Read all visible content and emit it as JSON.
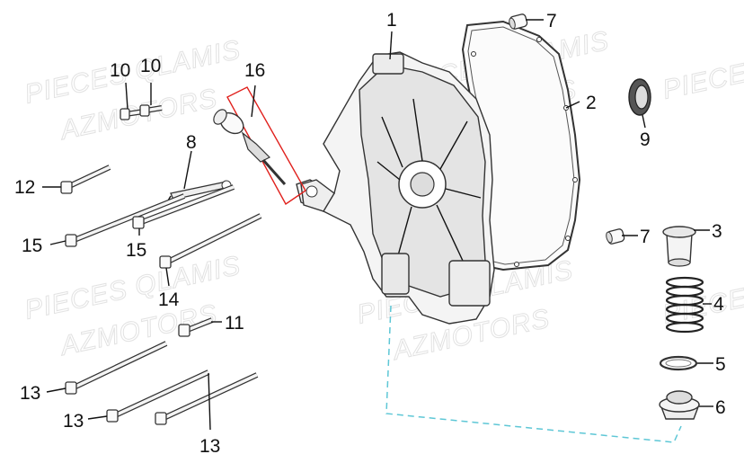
{
  "watermark": {
    "line1": "PIECES QLAMIS",
    "line2": "AZMOTORS"
  },
  "callouts": {
    "c1": "1",
    "c2": "2",
    "c3": "3",
    "c4": "4",
    "c5": "5",
    "c6": "6",
    "c7a": "7",
    "c7b": "7",
    "c8": "8",
    "c9": "9",
    "c10a": "10",
    "c10b": "10",
    "c11": "11",
    "c12": "12",
    "c13a": "13",
    "c13b": "13",
    "c13c": "13",
    "c14": "14",
    "c15a": "15",
    "c15b": "15",
    "c16": "16"
  },
  "colors": {
    "highlight_box": "#e0201c",
    "dashed_guide": "#5ec7d6",
    "outline": "#333333"
  }
}
